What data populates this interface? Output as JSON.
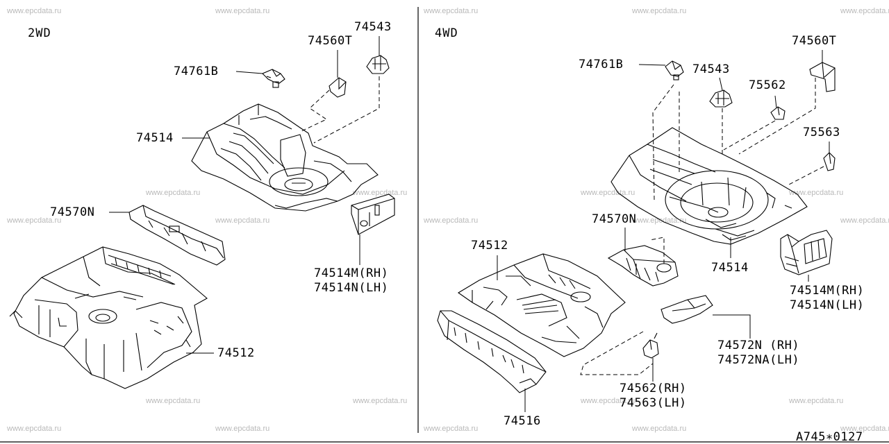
{
  "watermark_text": "www.epcdata.ru",
  "sections": {
    "left": "2WD",
    "right": "4WD"
  },
  "callouts_2wd": {
    "c74543": "74543",
    "c74560T": "74560T",
    "c74761B": "74761B",
    "c74514": "74514",
    "c74570N": "74570N",
    "c74514M": "74514M(RH)",
    "c74514N": "74514N(LH)",
    "c74512": "74512"
  },
  "callouts_4wd": {
    "c74560T": "74560T",
    "c74761B": "74761B",
    "c74543": "74543",
    "c75562": "75562",
    "c75563": "75563",
    "c74570N": "74570N",
    "c74512": "74512",
    "c74514": "74514",
    "c74514M": "74514M(RH)",
    "c74514N": "74514N(LH)",
    "c74572N": "74572N (RH)",
    "c74572NA": "74572NA(LH)",
    "c74562": "74562(RH)",
    "c74563": "74563(LH)",
    "c74516": "74516"
  },
  "figure_code": "A745∗0127"
}
